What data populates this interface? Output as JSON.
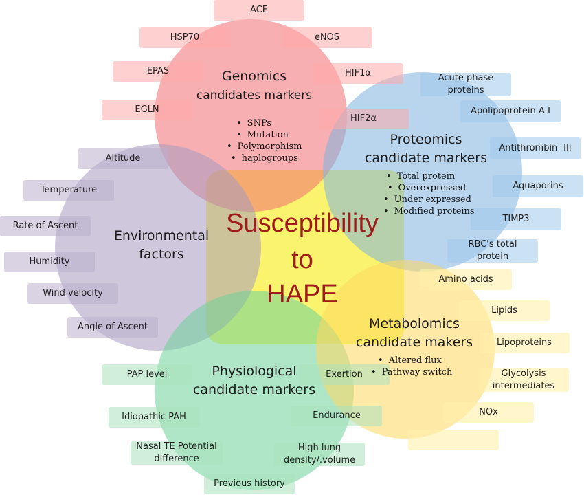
{
  "center": {
    "line1": "Susceptibility",
    "line2": "to",
    "line3": "HAPE"
  },
  "genomics": {
    "title_line1": "Genomics",
    "title_line2": "candidates  markers",
    "bullets": [
      "SNPs",
      "Mutation",
      "Polymorphism",
      "haplogroups"
    ],
    "tags": [
      "ACE",
      "HSP70",
      "eNOS",
      "EPAS",
      "HIF1α",
      "EGLN",
      "HIF2α"
    ],
    "color": "#f26d73"
  },
  "proteomics": {
    "title_line1": "Proteomics",
    "title_line2": "candidate markers",
    "bullets": [
      "Total protein",
      "Overexpressed",
      "Under expressed",
      "Modified proteins"
    ],
    "tags": [
      "Acute phase proteins",
      "Apolipoprotein A-I",
      "Antithrombin- III",
      "Aquaporins",
      "TIMP3",
      "RBC's total protein"
    ],
    "color": "#7fb3e0"
  },
  "environmental": {
    "title_line1": "Environmental",
    "title_line2": "factors",
    "tags": [
      "Altitude",
      "Temperature",
      "Rate of Ascent",
      "Humidity",
      "Wind velocity",
      "Angle of Ascent"
    ],
    "color": "#a89bc0"
  },
  "physiological": {
    "title_line1": "Physiological",
    "title_line2": "candidate markers",
    "tags": [
      "PAP level",
      "Exertion",
      "Idiopathic PAH",
      "Endurance",
      "Nasal TE Potential difference",
      "High lung density/.volume",
      "Previous history"
    ],
    "color": "#6fd19a"
  },
  "metabolomics": {
    "title_line1": "Metabolomics",
    "title_line2": "candidate makers",
    "bullets": [
      "Altered flux",
      "Pathway switch"
    ],
    "tags": [
      "Amino acids",
      "Lipids",
      "Lipoproteins",
      "Glycolysis intermediates",
      "NOx"
    ],
    "color": "#ffd75e"
  },
  "center_color": "#f7ef3c"
}
